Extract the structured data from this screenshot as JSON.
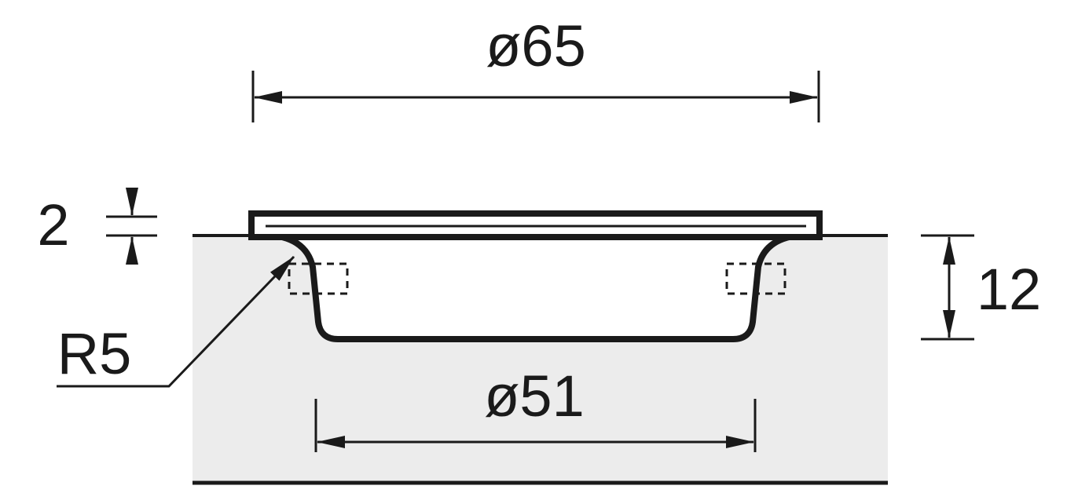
{
  "dimensions": {
    "outer_diameter": "ø65",
    "inner_diameter": "ø51",
    "flange_thickness": "2",
    "depth": "12",
    "radius": "R5"
  },
  "colors": {
    "line": "#1a1a1a",
    "panel": "#ececec",
    "background": "#ffffff"
  }
}
